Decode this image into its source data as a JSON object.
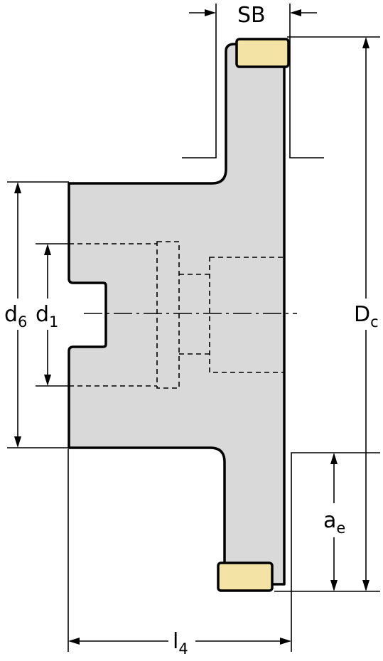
{
  "labels": {
    "sb": "SB",
    "d6_main": "d",
    "d6_sub": "6",
    "d1_main": "d",
    "d1_sub": "1",
    "dc_main": "D",
    "dc_sub": "c",
    "ae_main": "a",
    "ae_sub": "e",
    "l4_main": "l",
    "l4_sub": "4"
  },
  "colors": {
    "body_fill": "#d9d9d9",
    "insert_fill": "#f3e3a5",
    "line": "#000000"
  }
}
